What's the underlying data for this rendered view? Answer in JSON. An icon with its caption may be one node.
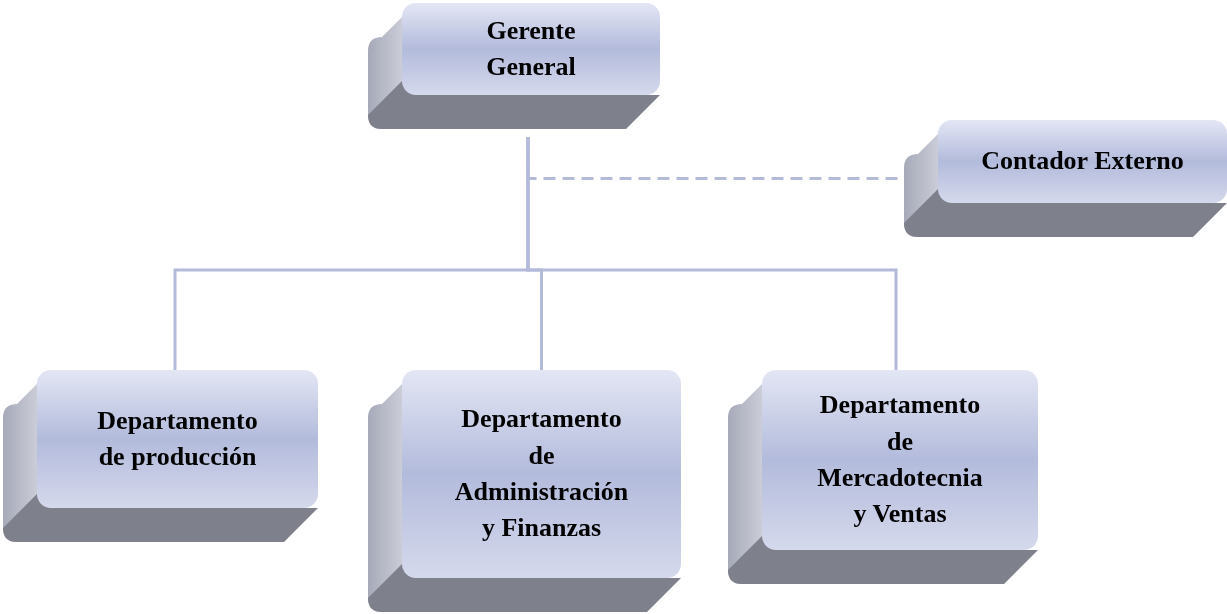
{
  "diagram": {
    "nodes": [
      {
        "text": [
          "Gerente General"
        ]
      },
      {
        "text": [
          "Contador Externo"
        ]
      },
      {
        "text": [
          "Departamento de producción"
        ]
      },
      {
        "text": [
          "Departamento de Administración y Finanzas"
        ]
      },
      {
        "text": [
          "Departamento de Mercadotecnia y Ventas"
        ]
      }
    ],
    "edges": [
      {
        "from": 0,
        "to": 2,
        "arrow": "none"
      },
      {
        "from": 0,
        "to": 3,
        "arrow": "none"
      },
      {
        "from": 0,
        "to": 4,
        "arrow": "none"
      },
      {
        "from": 0,
        "to": 1,
        "arrow": "none",
        "style": "dashed"
      }
    ]
  }
}
